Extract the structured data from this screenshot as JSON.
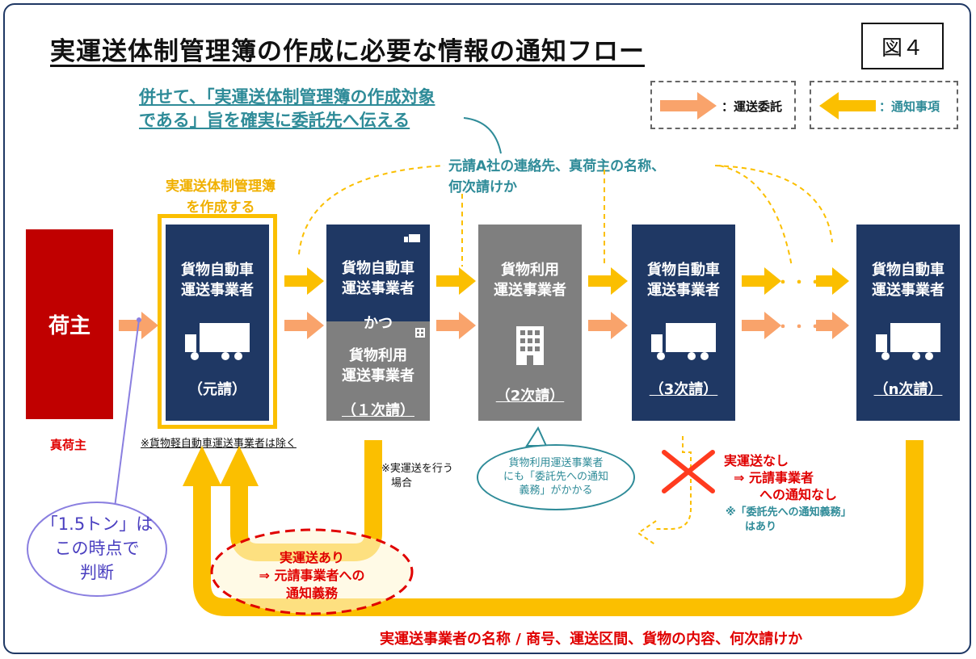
{
  "title": "実運送体制管理簿の作成に必要な情報の通知フロー",
  "figure_label": "図４",
  "note_top": [
    "併せて、「実運送体制管理簿の作成対象",
    "である」旨を確実に委託先へ伝える"
  ],
  "legend": {
    "transport_label": "：運送委託",
    "notice_label": "：通知事項"
  },
  "colors": {
    "navy": "#1f3864",
    "gray": "#7f7f7f",
    "red": "#c00000",
    "orange_arrow": "#f9a36b",
    "yellow_arrow": "#fbbf00",
    "teal": "#2e8b98",
    "purple": "#8a7fe0"
  },
  "notice_top": [
    "元請A社の連絡先、真荷主の名称、",
    "何次請けか"
  ],
  "make_ledger": [
    "実運送体制管理簿",
    "を作成する"
  ],
  "shipper": {
    "label": "荷主",
    "sub": "真荷主"
  },
  "columns": {
    "motouke": {
      "line1": "貨物自動車",
      "line2": "運送事業者",
      "tier": "（元請）",
      "note": "※貨物軽自動車運送事業者は除く"
    },
    "first": {
      "top1": "貨物自動車",
      "top2": "運送事業者",
      "mid": "かつ",
      "bot1": "貨物利用",
      "bot2": "運送事業者",
      "tier": "（１次請）"
    },
    "second": {
      "line1": "貨物利用",
      "line2": "運送事業者",
      "tier": "（2次請）"
    },
    "third": {
      "line1": "貨物自動車",
      "line2": "運送事業者",
      "tier": "（3次請）"
    },
    "nth": {
      "line1": "貨物自動車",
      "line2": "運送事業者",
      "tier": "（n次請）"
    }
  },
  "dots": "・・・",
  "actual_note": [
    "※実運送を行う",
    "場合"
  ],
  "teal_bubble": [
    "貨物利用運送事業者",
    "にも「委託先への通知",
    "義務」がかかる"
  ],
  "no_actual": {
    "l1": "実運送なし",
    "l2": "⇒ 元請事業者",
    "l3": "への通知なし",
    "n1": "※「委託先への通知義務」",
    "n2": "はあり"
  },
  "purple_bubble": [
    "「1.5トン」は",
    "この時点で",
    "判断"
  ],
  "actual_yes": [
    "実運送あり",
    "⇒ 元請事業者への",
    "通知義務"
  ],
  "bottom_note": "実運送事業者の名称 / 商号、運送区間、貨物の内容、何次請けか"
}
